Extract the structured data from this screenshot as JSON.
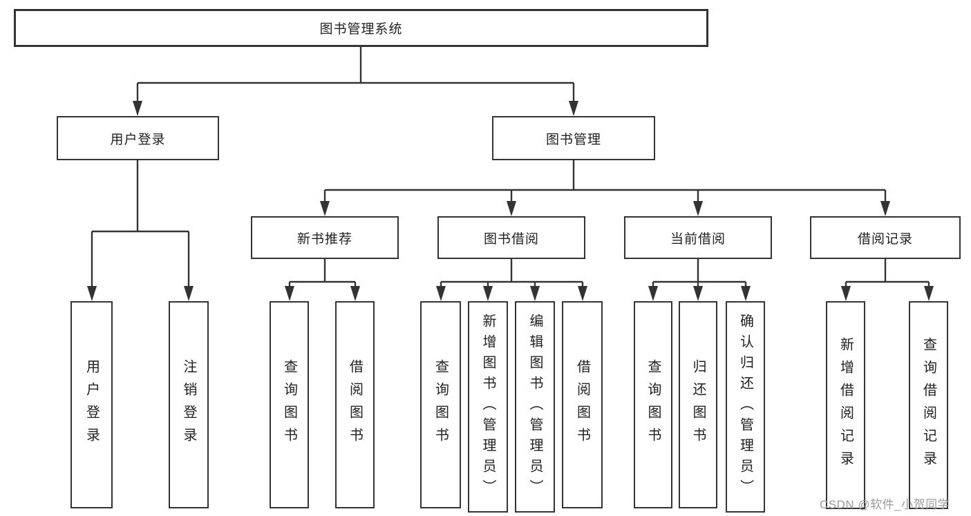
{
  "tree": {
    "root": "图书管理系统",
    "login": {
      "label": "用户登录",
      "children": [
        "用户登录",
        "注销登录"
      ]
    },
    "manage": {
      "label": "图书管理",
      "groups": [
        {
          "label": "新书推荐",
          "children": [
            "查询图书",
            "借阅图书"
          ]
        },
        {
          "label": "图书借阅",
          "children": [
            "查询图书",
            "新增图书（管理员）",
            "编辑图书（管理员）",
            "借阅图书"
          ]
        },
        {
          "label": "当前借阅",
          "children": [
            "查询图书",
            "归还图书",
            "确认归还（管理员）"
          ]
        },
        {
          "label": "借阅记录",
          "children": [
            "新增借阅记录",
            "查询借阅记录"
          ]
        }
      ]
    }
  },
  "watermark": "CSDN @软件_小贺同学",
  "colors": {
    "line": "#333333",
    "text": "#212121",
    "watermark": "#9b9b9b",
    "background": "#ffffff"
  }
}
